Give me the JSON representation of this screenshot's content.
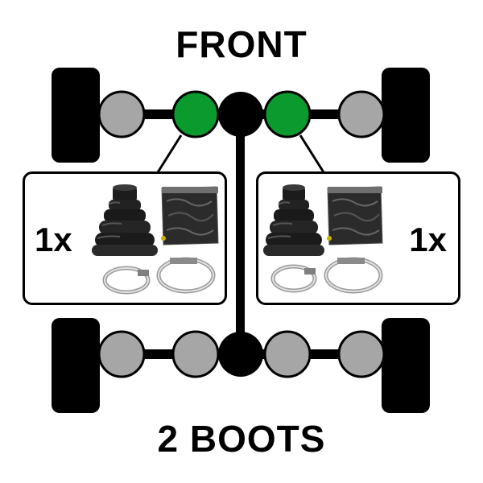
{
  "title_top": "FRONT",
  "title_bottom": "2 BOOTS",
  "kits": [
    {
      "qty": "1x"
    },
    {
      "qty": "1x"
    }
  ],
  "colors": {
    "highlight": "#0a9a2e",
    "joint": "#a6a6a6",
    "axle": "#000000"
  }
}
